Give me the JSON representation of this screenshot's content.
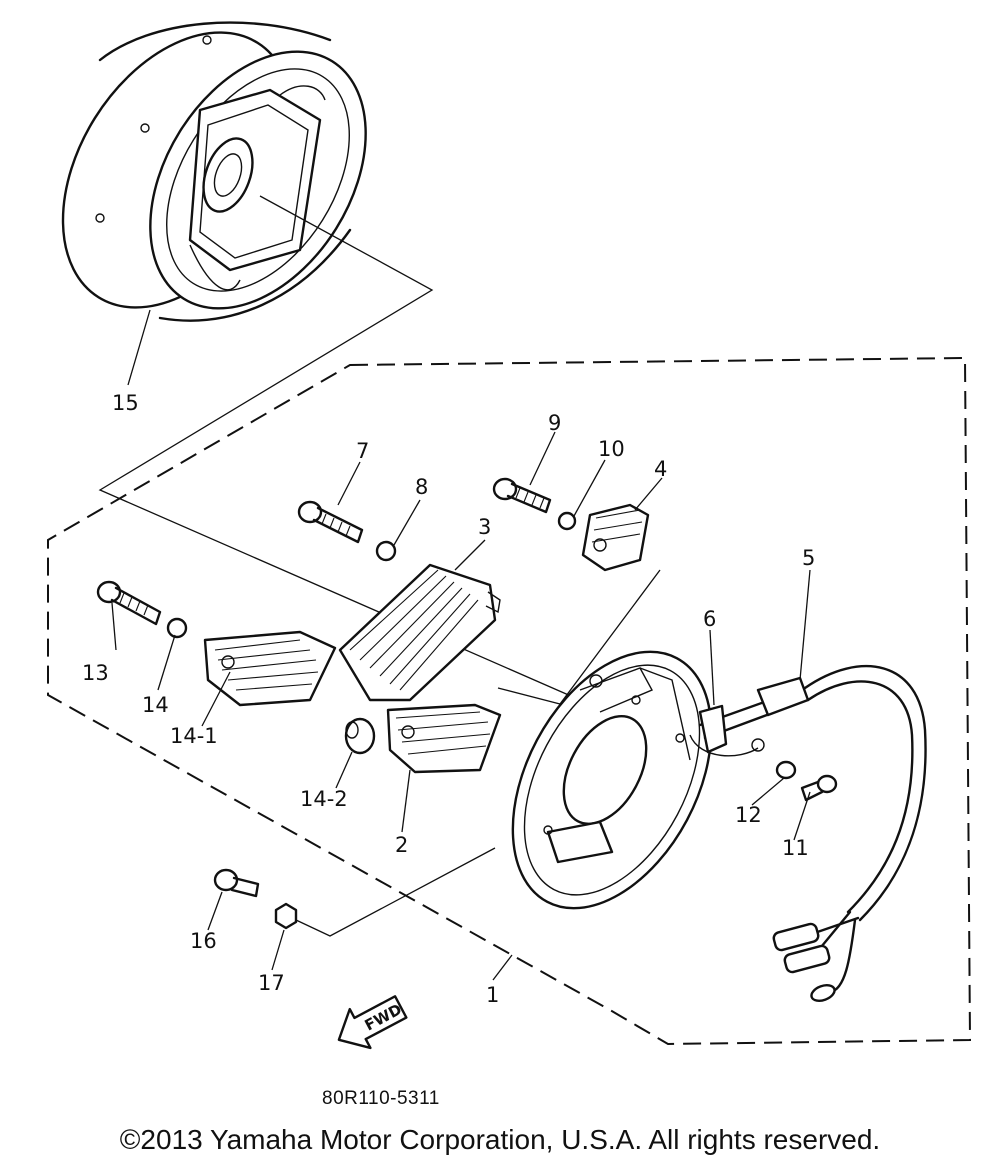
{
  "diagram": {
    "callouts": [
      "15",
      "9",
      "10",
      "4",
      "7",
      "8",
      "3",
      "5",
      "6",
      "13",
      "14",
      "14-1",
      "14-2",
      "2",
      "12",
      "11",
      "16",
      "17",
      "1"
    ],
    "fwd_arrow": "FWD"
  },
  "footer": {
    "drawing_number": "80R110-5311",
    "copyright": "©2013 Yamaha Motor Corporation, U.S.A. All rights reserved."
  }
}
